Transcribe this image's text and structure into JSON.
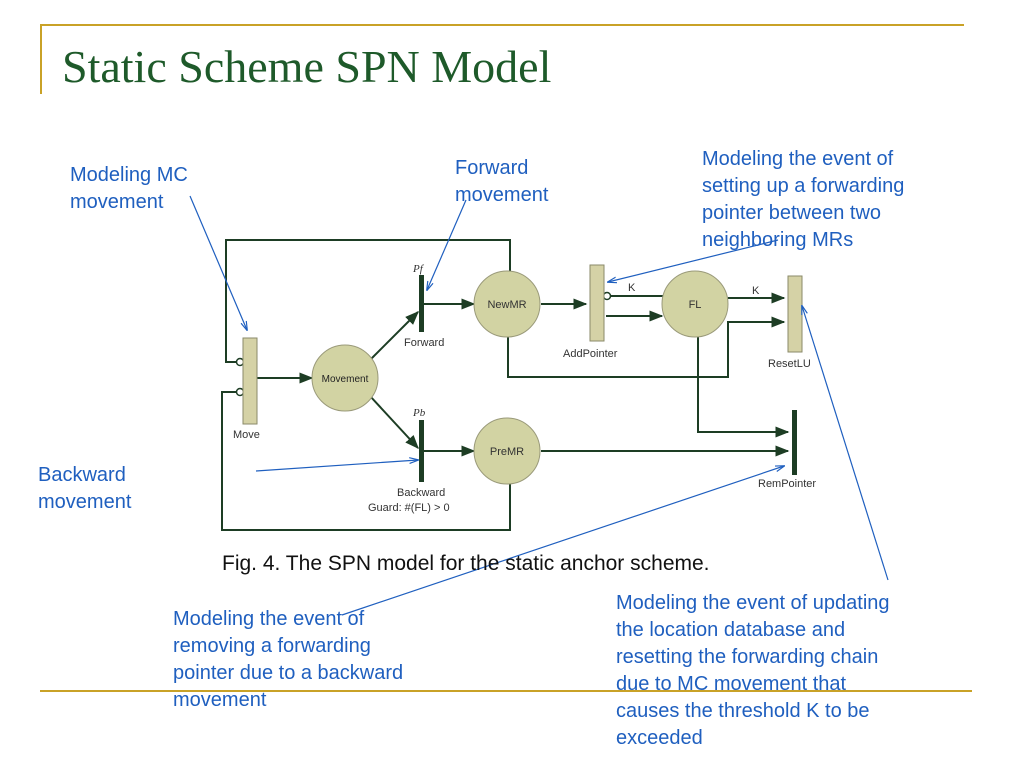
{
  "slide": {
    "title": "Static Scheme SPN Model"
  },
  "figure": {
    "caption": "Fig. 4.  The SPN model for the static anchor scheme.",
    "places": {
      "movement": "Movement",
      "newmr": "NewMR",
      "fl": "FL",
      "premr": "PreMR"
    },
    "transitions": {
      "move": "Move",
      "forward": "Forward",
      "backward": "Backward",
      "guard": "Guard: #(FL) > 0",
      "addpointer": "AddPointer",
      "resetlu": "ResetLU",
      "rempointer": "RemPointer"
    },
    "rates": {
      "pf": "Pf",
      "pb": "Pb"
    },
    "arc_labels": {
      "k1": "K",
      "k2": "K"
    }
  },
  "annotations": {
    "mc_movement": [
      "Modeling MC",
      "movement"
    ],
    "forward_movement": [
      "Forward",
      "movement"
    ],
    "forwarding_pointer": [
      "Modeling the event of",
      "setting up a forwarding",
      "pointer between two",
      "neighboring MRs"
    ],
    "backward_movement": [
      "Backward",
      "movement"
    ],
    "removing_pointer": [
      "Modeling the event of",
      "removing a forwarding",
      "pointer due to a backward",
      "movement"
    ],
    "updating_database": [
      "Modeling the event of updating",
      "the location database and",
      "resetting the forwarding chain",
      "due to MC movement that",
      "causes the threshold K to be",
      "exceeded"
    ]
  },
  "colors": {
    "title": "#1e5a2a",
    "accent_line": "#c9a227",
    "annotation": "#1f5fbf",
    "place_fill": "#d2d3a3",
    "transition_fill": "#d5d2a6",
    "arc": "#1d3d24"
  }
}
